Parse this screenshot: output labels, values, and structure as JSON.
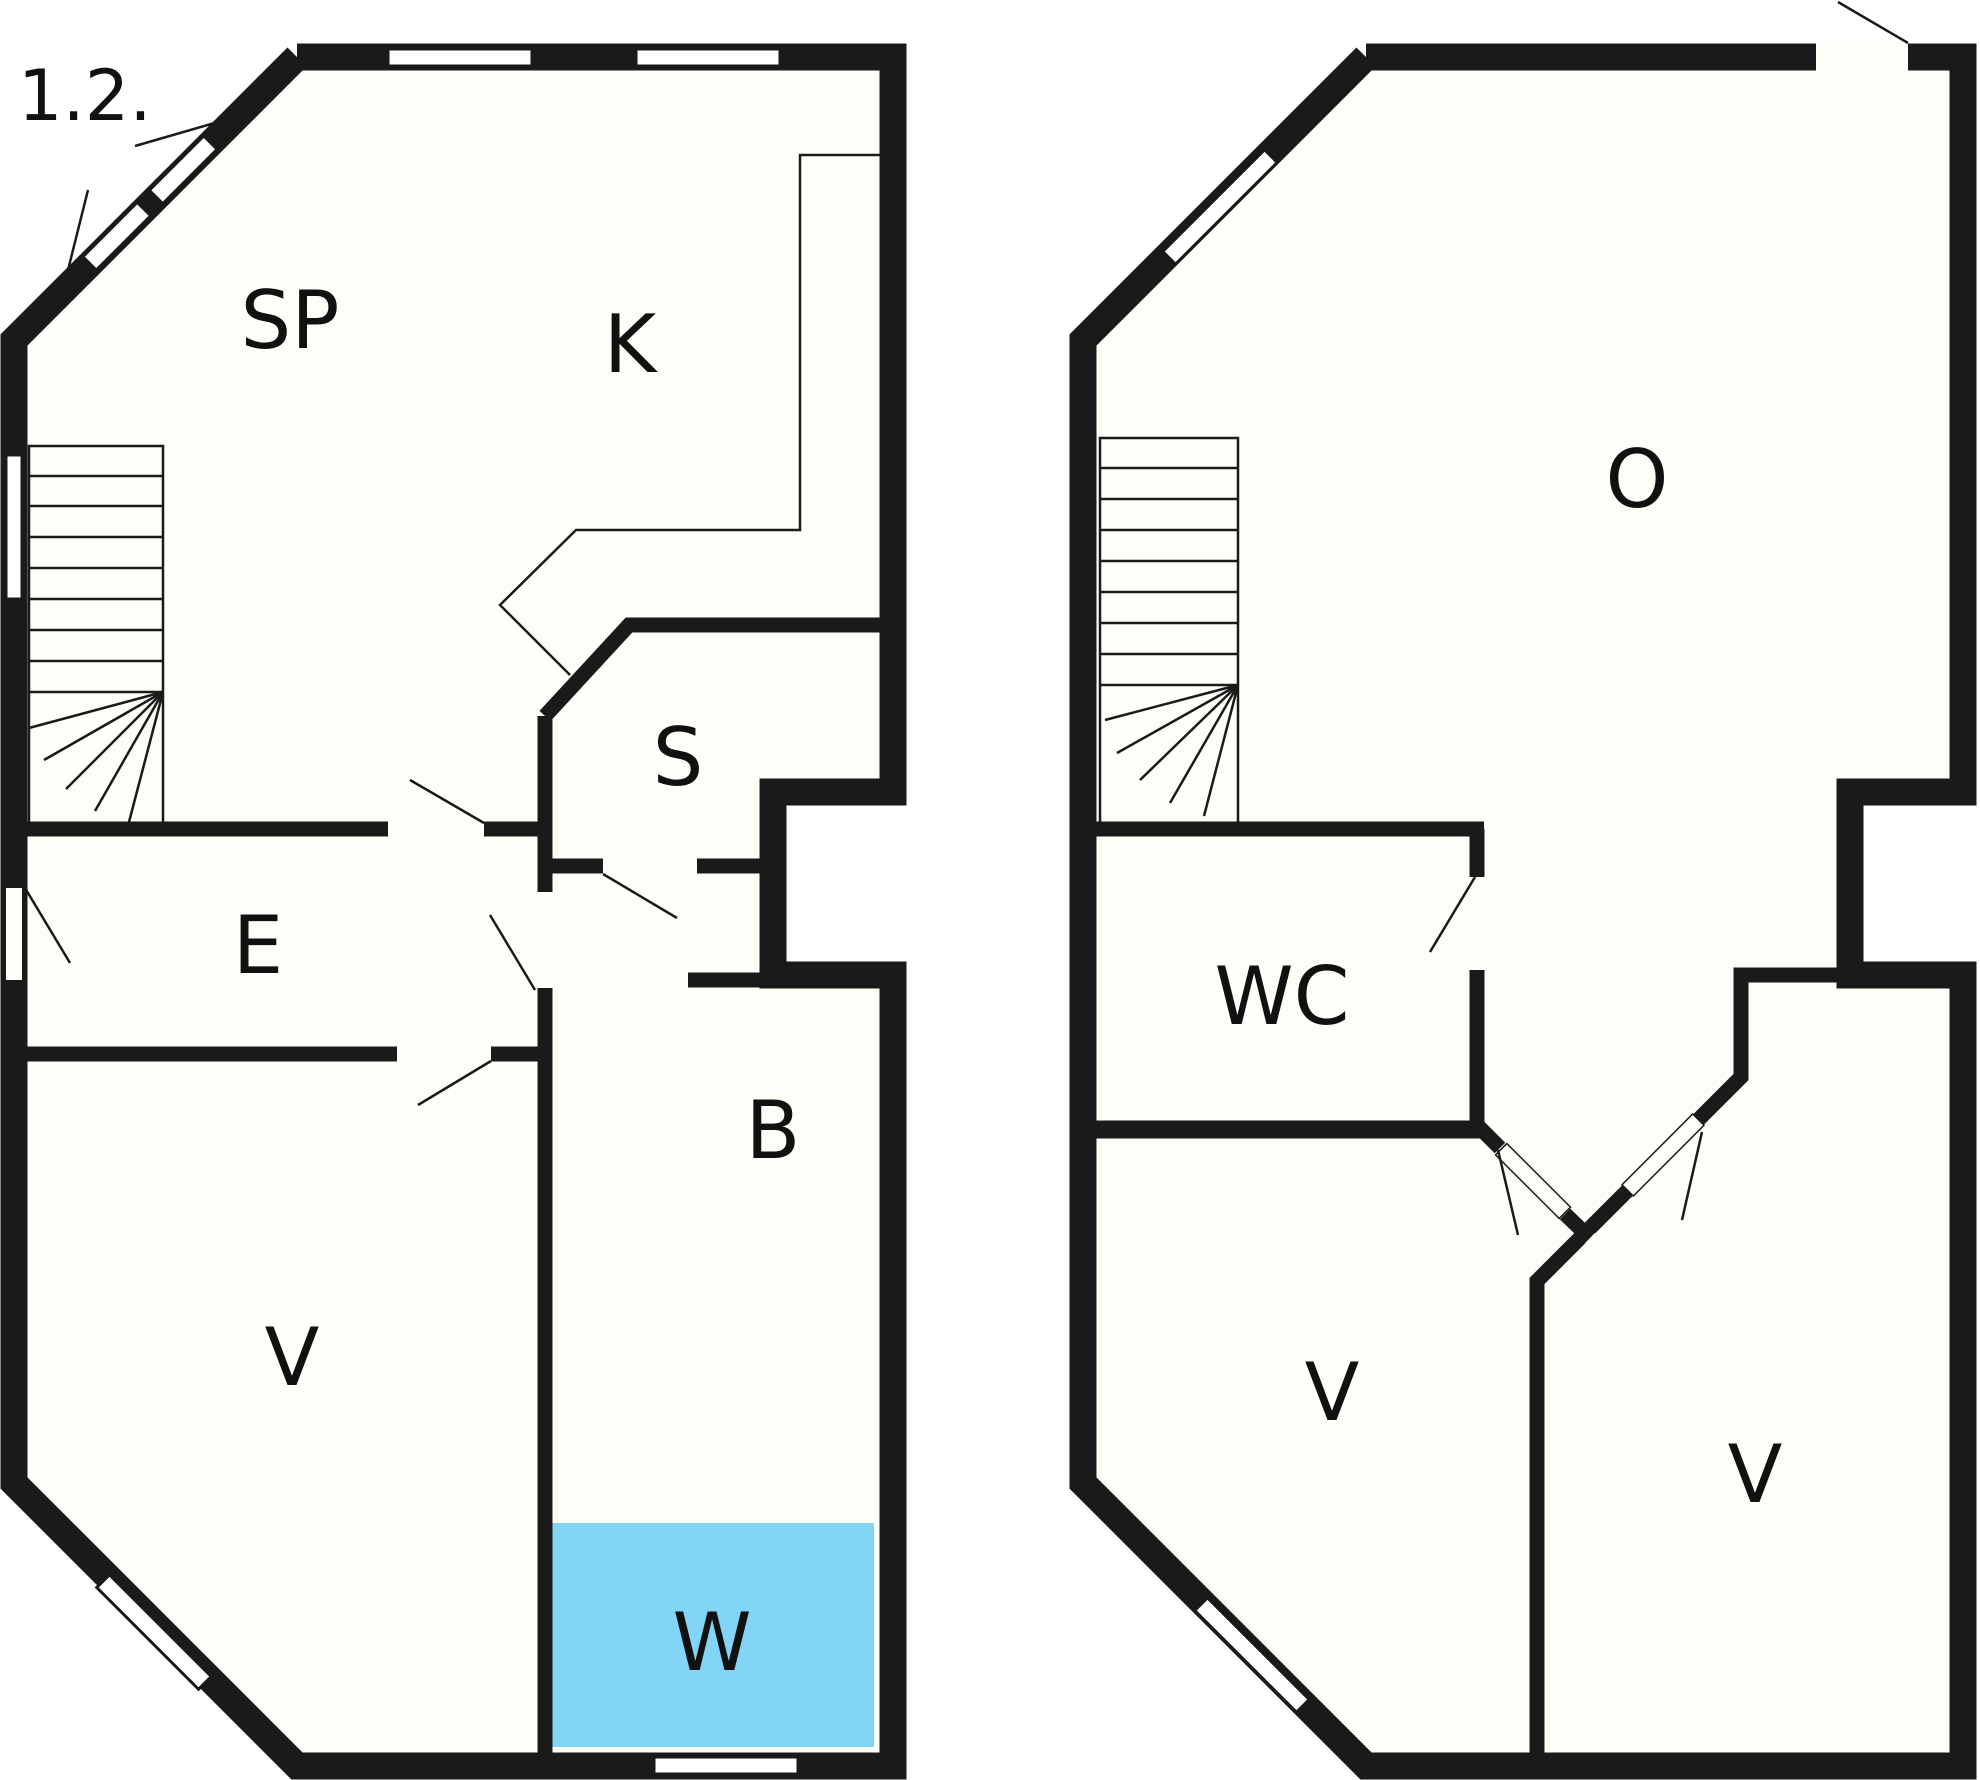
{
  "title": "1.2.",
  "colors": {
    "wall": "#1a1a1a",
    "floor": "#fdfef8",
    "sauna_fill": "#82d5f6"
  },
  "ground_floor": {
    "rooms": {
      "sp": "SP",
      "k": "K",
      "s": "S",
      "e": "E",
      "b": "B",
      "v": "V",
      "w": "W"
    }
  },
  "upper_floor": {
    "rooms": {
      "o": "O",
      "wc": "WC",
      "v_left": "V",
      "v_right": "V"
    }
  }
}
